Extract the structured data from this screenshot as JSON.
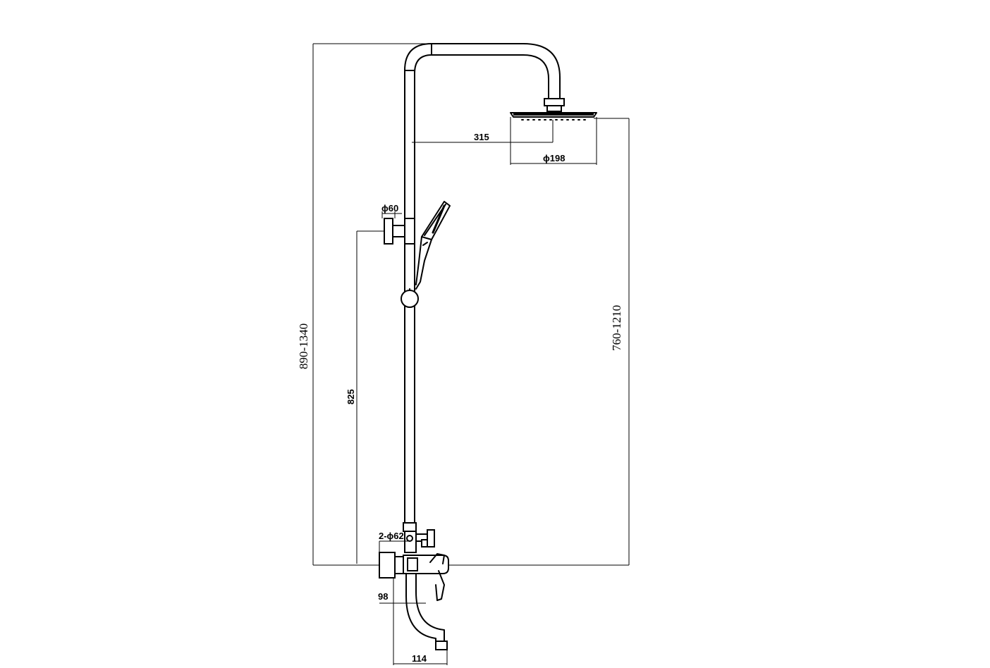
{
  "dimensions": {
    "arm_projection": "315",
    "head_diameter": "ϕ198",
    "hand_shower_bracket": "ϕ60",
    "overall_height": "890-1340",
    "shower_head_height": "760-1210",
    "bracket_height": "825",
    "wall_flanges": "2-ϕ62",
    "mixer_depth": "98",
    "spout_reach": "114"
  },
  "colors": {
    "line": "#000000",
    "background": "#ffffff"
  }
}
